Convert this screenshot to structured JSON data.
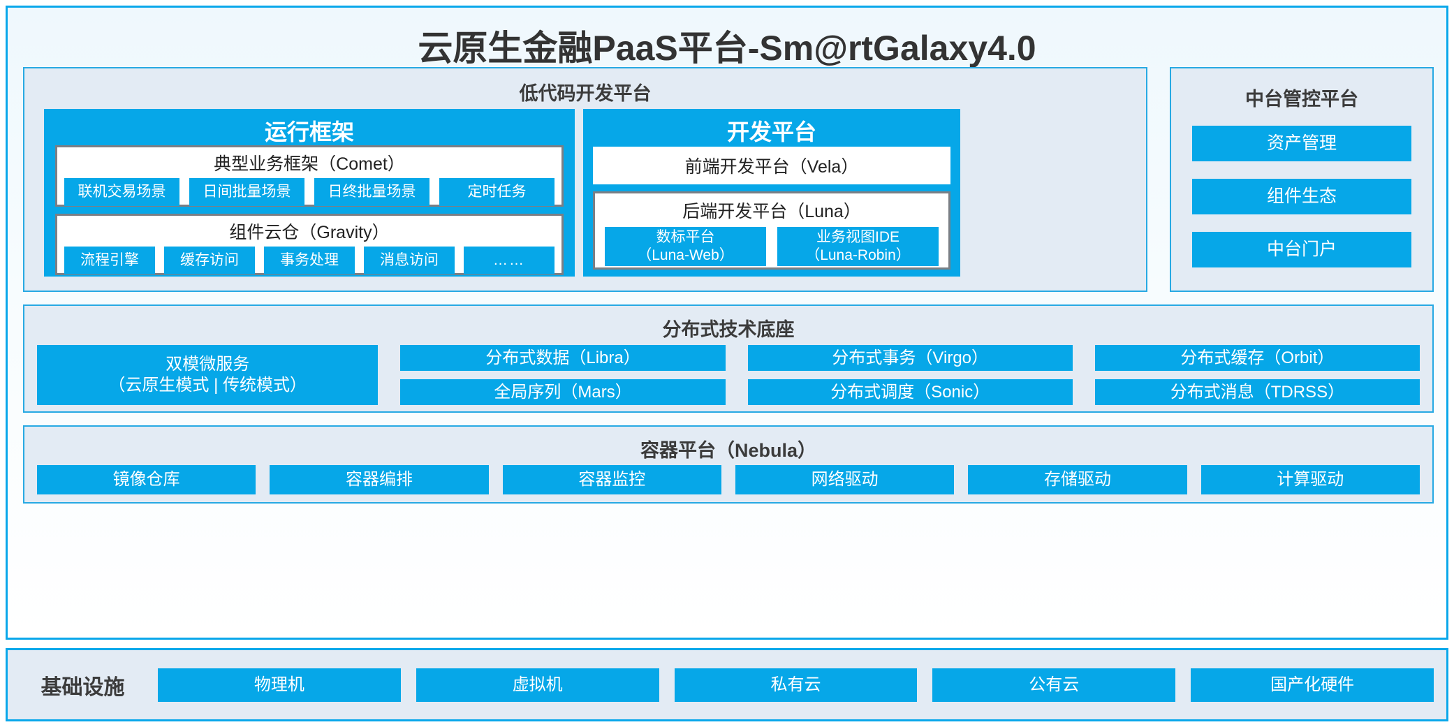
{
  "title": "云原生金融PaaS平台-Sm@rtGalaxy4.0",
  "colors": {
    "accent": "#06a7e8",
    "panel_bg": "#e3ebf4",
    "panel_border": "#27a9e3",
    "card_border": "#7a7f85",
    "title_text": "#333333"
  },
  "lowcode": {
    "title": "低代码开发平台",
    "runtime": {
      "title": "运行框架",
      "comet": {
        "title": "典型业务框架（Comet）",
        "items": [
          "联机交易场景",
          "日间批量场景",
          "日终批量场景",
          "定时任务"
        ]
      },
      "gravity": {
        "title": "组件云仓（Gravity）",
        "items": [
          "流程引擎",
          "缓存访问",
          "事务处理",
          "消息访问",
          "……"
        ]
      }
    },
    "devplatform": {
      "title": "开发平台",
      "vela": "前端开发平台（Vela）",
      "luna": {
        "title": "后端开发平台（Luna）",
        "items": [
          "数标平台\n（Luna-Web）",
          "业务视图IDE\n（Luna-Robin）"
        ]
      }
    }
  },
  "midoffice": {
    "title": "中台管控平台",
    "items": [
      "资产管理",
      "组件生态",
      "中台门户"
    ]
  },
  "distributed": {
    "title": "分布式技术底座",
    "microservice": "双模微服务\n（云原生模式 | 传统模式）",
    "columns": [
      [
        "分布式数据（Libra）",
        "全局序列（Mars）"
      ],
      [
        "分布式事务（Virgo）",
        "分布式调度（Sonic）"
      ],
      [
        "分布式缓存（Orbit）",
        "分布式消息（TDRSS）"
      ]
    ]
  },
  "container": {
    "title": "容器平台（Nebula）",
    "items": [
      "镜像仓库",
      "容器编排",
      "容器监控",
      "网络驱动",
      "存储驱动",
      "计算驱动"
    ]
  },
  "infrastructure": {
    "label": "基础设施",
    "items": [
      "物理机",
      "虚拟机",
      "私有云",
      "公有云",
      "国产化硬件"
    ]
  }
}
